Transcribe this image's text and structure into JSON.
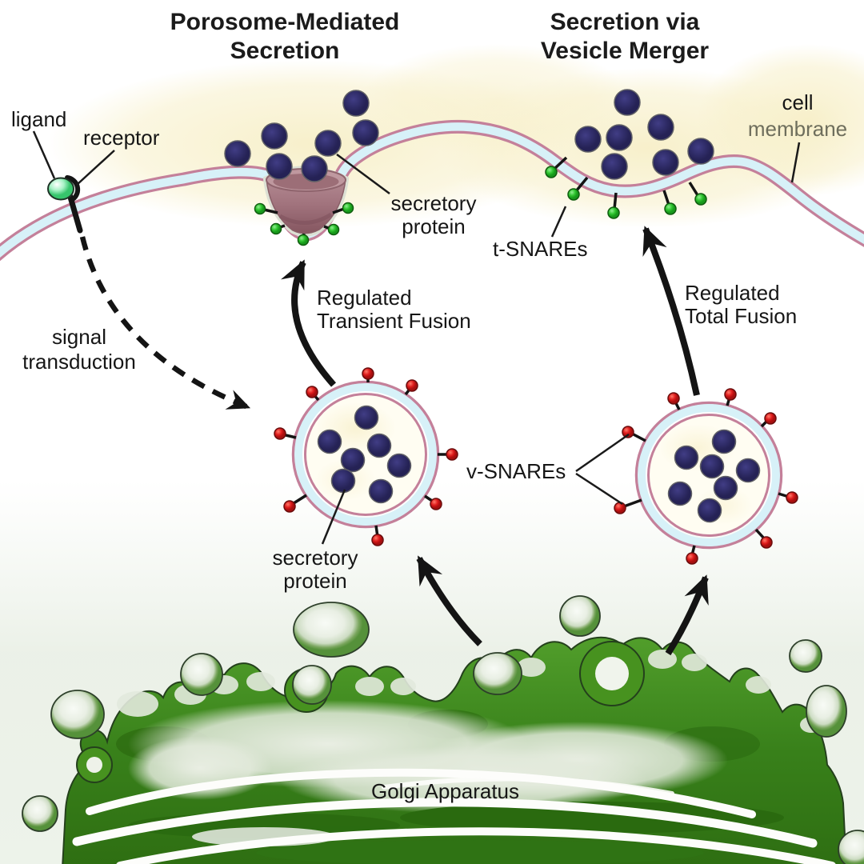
{
  "titles": {
    "left": [
      "Porosome-Mediated",
      "Secretion"
    ],
    "right": [
      "Secretion via",
      "Vesicle Merger"
    ]
  },
  "labels": {
    "ligand": "ligand",
    "receptor": "receptor",
    "cell_membrane": [
      "cell",
      "membrane"
    ],
    "secretory_protein_top": [
      "secretory",
      "protein"
    ],
    "t_snares": "t-SNAREs",
    "regulated_transient": [
      "Regulated",
      "Transient Fusion"
    ],
    "regulated_total": [
      "Regulated",
      "Total Fusion"
    ],
    "signal_transduction": [
      "signal",
      "transduction"
    ],
    "v_snares": "v-SNAREs",
    "secretory_protein_bottom": [
      "secretory",
      "protein"
    ],
    "golgi": "Golgi Apparatus"
  },
  "particles": {
    "secretory_protein_dots_released_left": 7,
    "secretory_protein_dots_released_right": 7,
    "secretory_protein_dots_in_left_vesicle": 7,
    "secretory_protein_dots_in_right_vesicle": 7,
    "v_snares_on_left_vesicle": 8,
    "v_snares_on_right_vesicle": 8,
    "t_snares_at_porosome": 5,
    "t_snares_at_fusion_site": 5
  },
  "colors": {
    "membrane_outline_rose": "#c4809a",
    "membrane_fill_cyan": "#d7f1f8",
    "secretory_protein_navy": "#312e6b",
    "t_snare_green": "#2ec42e",
    "v_snare_red": "#dd1b1b",
    "porosome_mauve": "#a1737d",
    "golgi_green": "#3f8c1c",
    "golgi_dark_green": "#2c6a10",
    "background_wash_yellow": "#f7efc8",
    "arrow_black": "#141414",
    "membrane_label_gray": "#6e6e5c"
  }
}
